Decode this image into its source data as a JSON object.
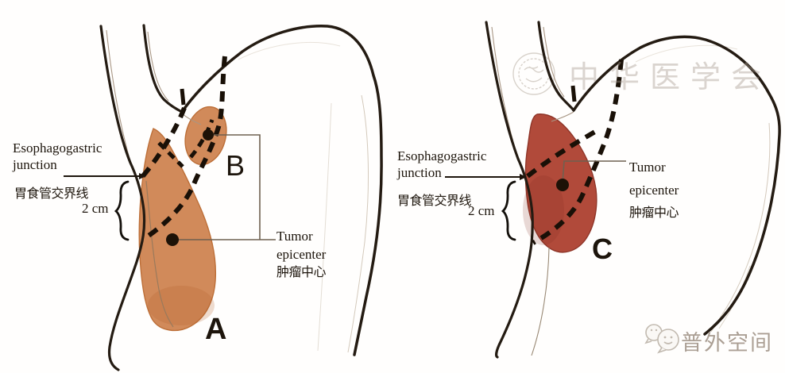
{
  "left_panel": {
    "egj_en1": "Esophagogastric",
    "egj_en2": "junction",
    "egj_cn": "胃食管交界线",
    "scale": "2 cm",
    "epi_en1": "Tumor",
    "epi_en2": "epicenter",
    "epi_cn": "肿瘤中心",
    "label_a": "A",
    "label_b": "B"
  },
  "right_panel": {
    "egj_en1": "Esophagogastric",
    "egj_en2": "junction",
    "egj_cn": "胃食管交界线",
    "scale": "2 cm",
    "epi_en1": "Tumor",
    "epi_en2": "epicenter",
    "epi_cn": "肿瘤中心",
    "label_c": "C"
  },
  "watermark": {
    "society_text": "中华医学会",
    "brand_text": "普外空间"
  },
  "colors": {
    "tumor_left": "#d18a5a",
    "tumor_left_edge": "#bd6f38",
    "tumor_right": "#b14a3a",
    "tumor_right_edge": "#8f3528",
    "epicenter_dot": "#1d1207",
    "outline": "#241b12",
    "dash_line": "#191007",
    "connector": "#6f6050",
    "watermark_gray": "#c9c1b8"
  }
}
